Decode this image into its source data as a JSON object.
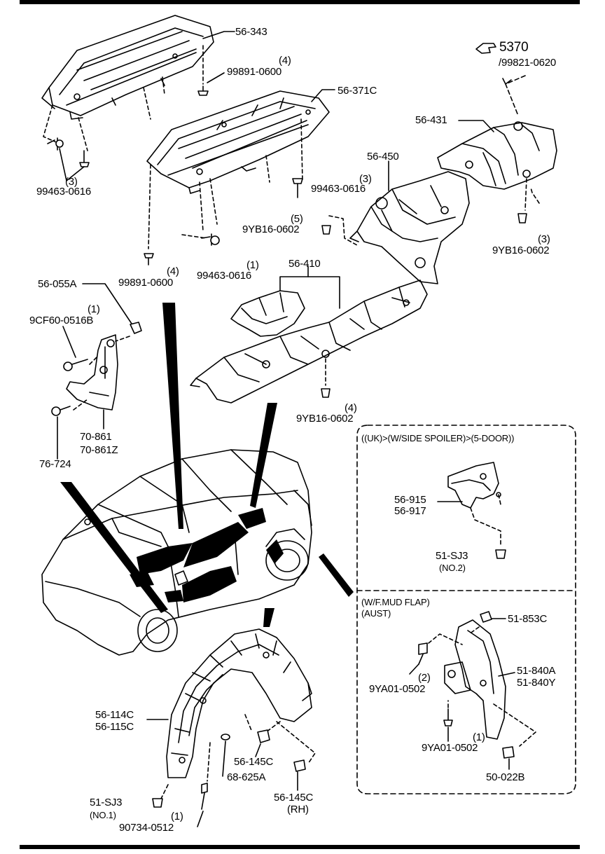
{
  "labels": {
    "p56_343": "56-343",
    "p99891_0600_top": "99891-0600",
    "q4_top": "(4)",
    "p56_371c": "56-371C",
    "ref_5370": "5370",
    "ref_99821": "/99821-0620",
    "p56_431": "56-431",
    "p56_450": "56-450",
    "q3_a": "(3)",
    "p99463_0616_left": "99463-0616",
    "q3_b": "(3)",
    "p99463_0616_mid": "99463-0616",
    "q5": "(5)",
    "p9yb16_0602_mid": "9YB16-0602",
    "q3_c": "(3)",
    "p9yb16_0602_right": "9YB16-0602",
    "p56_410": "56-410",
    "q4_b": "(4)",
    "p99891_0600_b": "99891-0600",
    "q1_a": "(1)",
    "p99463_0616_b": "99463-0616",
    "p56_055a": "56-055A",
    "q1_b": "(1)",
    "p9cf60": "9CF60-0516B",
    "p70_861": "70-861",
    "p70_861z": "70-861Z",
    "p76_724": "76-724",
    "q4_c": "(4)",
    "p9yb16_0602_bot": "9YB16-0602",
    "box1_title": "((UK)>(W/SIDE SPOILER)>(5-DOOR))",
    "p56_915": "56-915",
    "p56_917": "56-917",
    "p51_sj3_box": "51-SJ3",
    "no2": "(NO.2)",
    "box2_title1": "(W/F.MUD FLAP)",
    "box2_title2": "(AUST)",
    "p51_853c": "51-853C",
    "p51_840a": "51-840A",
    "p51_840y": "51-840Y",
    "q2": "(2)",
    "p9ya01_0502_a": "9YA01-0502",
    "q1_c": "(1)",
    "p9ya01_0502_b": "9YA01-0502",
    "p50_022b": "50-022B",
    "p56_114c": "56-114C",
    "p56_115c": "56-115C",
    "p56_145c_a": "56-145C",
    "p68_625a": "68-625A",
    "p56_145c_b": "56-145C",
    "rh": "(RH)",
    "p51_sj3_left": "51-SJ3",
    "no1": "(NO.1)",
    "q1_d": "(1)",
    "p90734": "90734-0512"
  }
}
